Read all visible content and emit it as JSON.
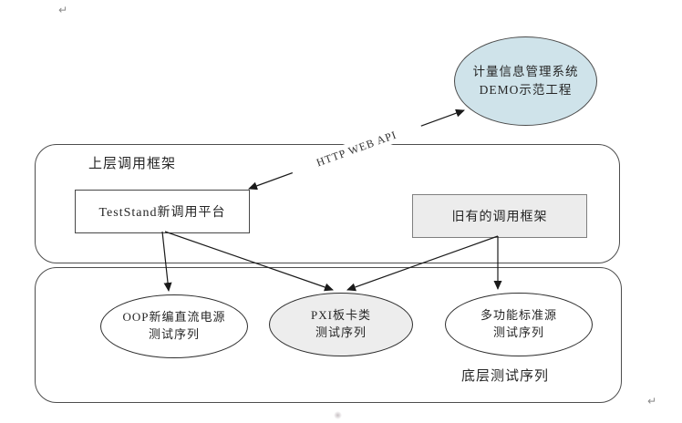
{
  "diagram": {
    "system_ellipse": {
      "line1": "计量信息管理系统",
      "line2": "DEMO示范工程"
    },
    "upper_frame_label": "上层调用框架",
    "teststand_box_label": "TestStand新调用平台",
    "legacy_box_label": "旧有的调用框架",
    "api_arrow_label": "HTTP WEB API",
    "lower_frame_label": "底层测试序列",
    "test_sequences": [
      {
        "line1": "OOP新编直流电源",
        "line2": "测试序列"
      },
      {
        "line1": "PXI板卡类",
        "line2": "测试序列"
      },
      {
        "line1": "多功能标准源",
        "line2": "测试序列"
      }
    ],
    "paragraph_marks": {
      "top_left": "↵",
      "bottom_right": "↵"
    }
  },
  "colors": {
    "system_ellipse_fill": "#cfe3ea",
    "gray_fill": "#ececec",
    "shape_border": "#474747",
    "frame_border": "#4d4d4d",
    "text": "#262626",
    "paragraph_mark": "#8a8a8a"
  }
}
